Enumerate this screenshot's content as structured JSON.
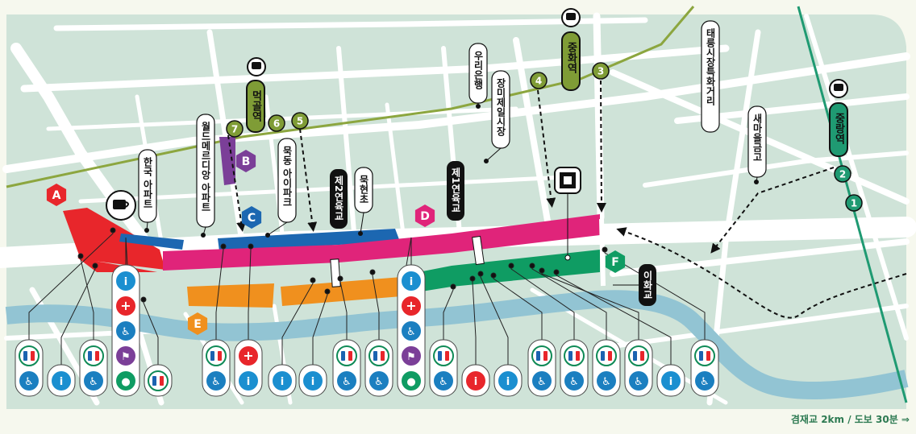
{
  "colors": {
    "map_bg": "#cfe3d8",
    "road": "#ffffff",
    "river": "#92c4d3",
    "rail_line": "#8ca63f",
    "line7_station": "#7f9c36",
    "gyeongui_line": "#1f9a72",
    "zone_a": "#e8262b",
    "zone_b": "#7b3f98",
    "zone_c": "#1c67b1",
    "zone_d": "#e0247a",
    "zone_e": "#f0901e",
    "zone_f": "#0f9c63",
    "info": "#1b8fd0",
    "first_aid": "#e8262b",
    "accessible": "#1b7fc0",
    "pet": "#7b3f98",
    "water": "#0f9c63",
    "restroom_frame": "#0f8a56"
  },
  "stations": {
    "meokgol": "먹골역",
    "junghwa": "중화역",
    "junglang": "중랑역"
  },
  "exits": [
    "7",
    "6",
    "5",
    "4",
    "3",
    "2",
    "1"
  ],
  "zones": [
    "A",
    "B",
    "C",
    "D",
    "E",
    "F"
  ],
  "bridges": {
    "mukdong": "제2연육교",
    "jeil": "제1연육교",
    "ihwa": "이화교"
  },
  "labels": {
    "hanguk_apt": "한국 아파트",
    "world_meridian": "월드메르디앙 아파트",
    "mukdong_apt": "묵동 아이파크",
    "mukhyeon": "묵현초",
    "woori_bank": "우리은행",
    "jangmi_market": "장미제일시장",
    "taereung_street": "태릉시장특화거리",
    "saemaeul": "새마을금고"
  },
  "facility_columns": [
    [
      "restroom",
      "accessible"
    ],
    [
      "info"
    ],
    [
      "restroom",
      "accessible"
    ],
    [
      "info",
      "first-aid",
      "accessible",
      "pet",
      "water"
    ],
    [
      "restroom"
    ],
    [
      "restroom",
      "accessible"
    ],
    [
      "first-aid",
      "info"
    ],
    [
      "info"
    ],
    [
      "info"
    ],
    [
      "restroom",
      "accessible"
    ],
    [
      "restroom",
      "accessible"
    ],
    [
      "info",
      "first-aid",
      "accessible",
      "pet",
      "water"
    ],
    [
      "restroom",
      "accessible"
    ],
    [
      "info-red"
    ],
    [
      "info"
    ],
    [
      "restroom",
      "accessible"
    ],
    [
      "restroom",
      "accessible"
    ],
    [
      "restroom",
      "accessible"
    ],
    [
      "restroom",
      "accessible"
    ],
    [
      "info"
    ],
    [
      "restroom",
      "accessible"
    ]
  ],
  "footer": {
    "note": "겸재교 2km / 도보 30분 ⇒"
  }
}
